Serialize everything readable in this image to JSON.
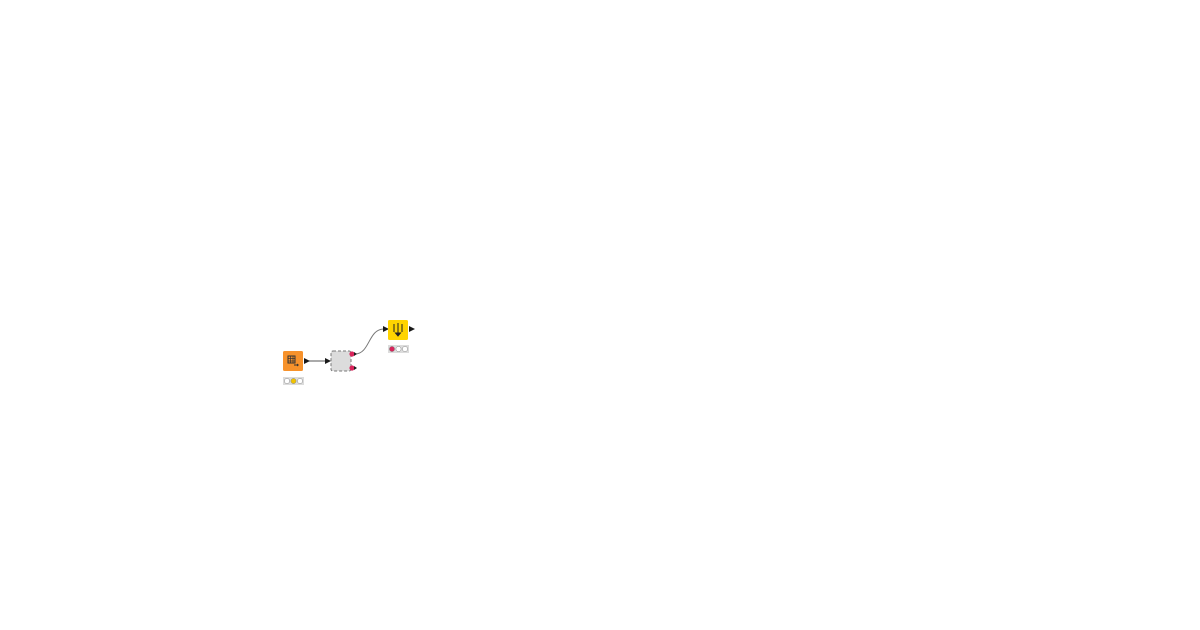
{
  "workflow": {
    "nodes": [
      {
        "id": "table-reader",
        "icon": "table-reader-icon",
        "color": "#f7922b",
        "status": "configured",
        "status_colors": [
          "#ffffff",
          "#f2c400",
          "#ffffff"
        ]
      },
      {
        "id": "metanode",
        "icon": "metanode-icon",
        "color": "#dcdcdc",
        "status": null
      },
      {
        "id": "sorter",
        "icon": "sort-icon",
        "color": "#ffd400",
        "status": "not-configured",
        "status_colors": [
          "#d8245b",
          "#ffffff",
          "#ffffff"
        ]
      }
    ],
    "port_color_flow": "#d8245b",
    "port_color_data": "#1a1a1a"
  }
}
